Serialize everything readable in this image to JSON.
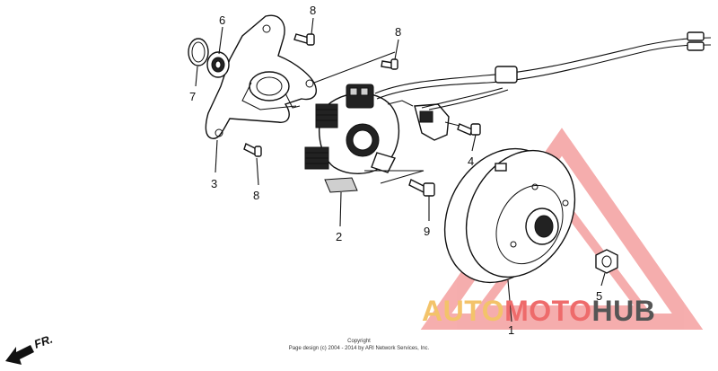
{
  "callouts": [
    {
      "id": "c1",
      "text": "1"
    },
    {
      "id": "c2",
      "text": "2"
    },
    {
      "id": "c3",
      "text": "3"
    },
    {
      "id": "c4",
      "text": "4"
    },
    {
      "id": "c5",
      "text": "5"
    },
    {
      "id": "c6",
      "text": "6"
    },
    {
      "id": "c7",
      "text": "7"
    },
    {
      "id": "c8a",
      "text": "8"
    },
    {
      "id": "c8b",
      "text": "8"
    },
    {
      "id": "c8c",
      "text": "8"
    },
    {
      "id": "c9",
      "text": "9"
    }
  ],
  "direction_label": "FR.",
  "copyright": {
    "line1": "Copyright",
    "line2": "Page design (c) 2004 - 2014 by ARI Network Services, Inc."
  },
  "watermark": {
    "part1": "AUTO",
    "part2": "MOTO",
    "part3": "HUB",
    "colors": {
      "auto": "#f3c36a",
      "moto": "#ee6b6b",
      "hub": "#555555"
    }
  }
}
